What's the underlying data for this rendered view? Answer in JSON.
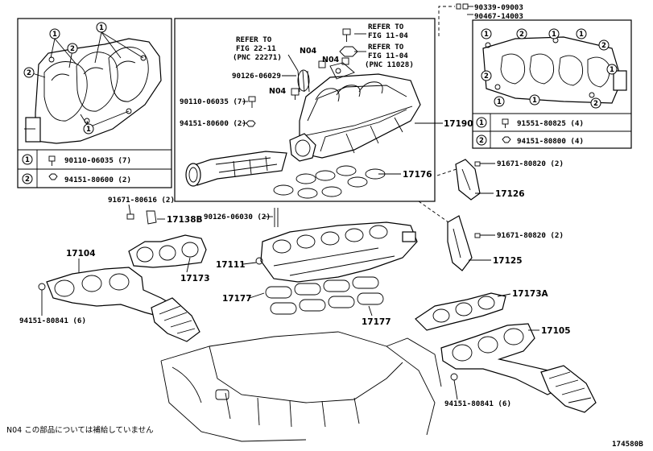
{
  "left_panel": {
    "table": [
      {
        "key": "1",
        "part": "90110-06035 (7)"
      },
      {
        "key": "2",
        "part": "94151-80600 (2)"
      }
    ]
  },
  "right_panel": {
    "table": [
      {
        "key": "1",
        "part": "91551-80825 (4)"
      },
      {
        "key": "2",
        "part": "94151-80800 (4)"
      }
    ],
    "top_parts": [
      "90339-09003",
      "90467-14003"
    ]
  },
  "center_panel": {
    "refer_a": [
      "REFER TO",
      "FIG 22-11",
      "(PNC 22271)"
    ],
    "refer_b": [
      "REFER TO",
      "FIG 11-04"
    ],
    "refer_c": [
      "REFER TO",
      "FIG 11-04",
      "(PNC 11028)"
    ],
    "n04": "N04",
    "labels": {
      "p90126_06029": "90126-06029",
      "p90110_06035": "90110-06035 (7)",
      "p94151_80600": "94151-80600 (2)",
      "p17190": "17190",
      "p17176": "17176"
    }
  },
  "outside_labels": {
    "p91671_80616": "91671-80616 (2)",
    "p17138B": "17138B",
    "p90126_06030": "90126-06030 (2)",
    "p91671_80820a": "91671-80820 (2)",
    "p17126": "17126",
    "p91671_80820b": "91671-80820 (2)",
    "p17125": "17125",
    "p17104": "17104",
    "p17173": "17173",
    "p17111": "17111",
    "p17177a": "17177",
    "p17177b": "17177",
    "p17173A": "17173A",
    "p17105": "17105",
    "p94151_80841a": "94151-80841 (6)",
    "p94151_80841b": "94151-80841 (6)"
  },
  "footer": {
    "note": "N04  この部品については補給していません",
    "code": "174580B"
  }
}
